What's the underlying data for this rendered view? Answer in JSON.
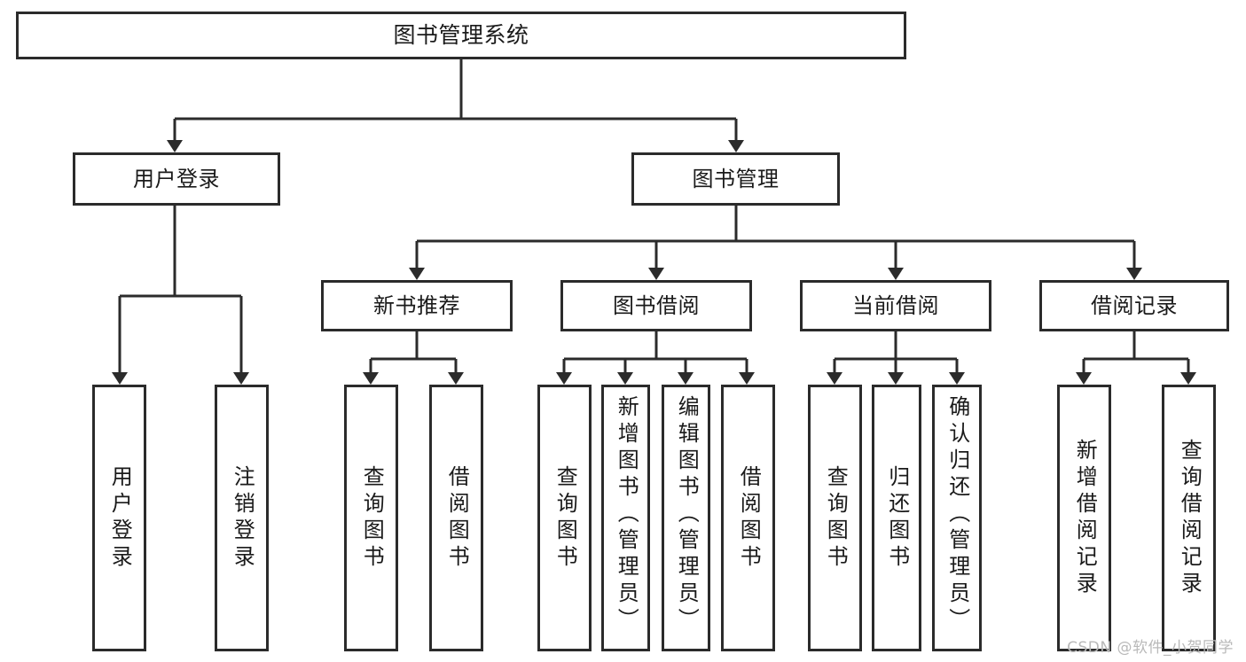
{
  "diagram": {
    "type": "tree",
    "title": "图书管理系统",
    "root": {
      "label": "图书管理系统"
    },
    "level2": [
      {
        "label": "用户登录"
      },
      {
        "label": "图书管理"
      }
    ],
    "level3": [
      {
        "label": "新书推荐"
      },
      {
        "label": "图书借阅"
      },
      {
        "label": "当前借阅"
      },
      {
        "label": "借阅记录"
      }
    ],
    "leaves": {
      "user_login": [
        {
          "label": "用户登录"
        },
        {
          "label": "注销登录"
        }
      ],
      "new_book_recommend": [
        {
          "label": "查询图书"
        },
        {
          "label": "借阅图书"
        }
      ],
      "book_borrow": [
        {
          "label": "查询图书"
        },
        {
          "label": "新增图书（管理员）"
        },
        {
          "label": "编辑图书（管理员）"
        },
        {
          "label": "借阅图书"
        }
      ],
      "current_borrow": [
        {
          "label": "查询图书"
        },
        {
          "label": "归还图书"
        },
        {
          "label": "确认归还（管理员）"
        }
      ],
      "borrow_record": [
        {
          "label": "新增借阅记录"
        },
        {
          "label": "查询借阅记录"
        }
      ]
    }
  },
  "watermark": {
    "text": "CSDN @软件_小贺同学"
  },
  "colors": {
    "stroke": "#2b2b2b",
    "text": "#1a1a1a",
    "background": "#ffffff",
    "watermark": "#b9b9b9"
  }
}
